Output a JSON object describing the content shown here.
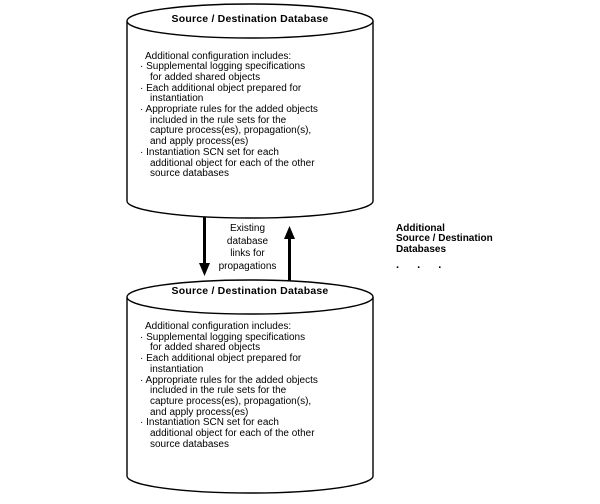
{
  "diagram": {
    "cylinders": [
      {
        "title": "Source / Destination Database",
        "body_lines": [
          "Additional configuration includes:",
          "· Supplemental logging specifications",
          "for added shared objects",
          "· Each additional object prepared for",
          "instantiation",
          "· Appropriate rules for the added objects",
          "included in the rule sets for the",
          "capture process(es), propagation(s),",
          "and apply process(es)",
          "· Instantiation SCN set for each",
          "additional object for each of the other",
          "source databases"
        ]
      },
      {
        "title": "Source / Destination Database",
        "body_lines": [
          "Additional configuration includes:",
          "· Supplemental logging specifications",
          "for added shared objects",
          "· Each additional object prepared for",
          "instantiation",
          "· Appropriate rules for the added objects",
          "included in the rule sets for the",
          "capture process(es), propagation(s),",
          "and apply process(es)",
          "· Instantiation SCN set for each",
          "additional object for each of the other",
          "source databases"
        ]
      }
    ],
    "link_label": {
      "lines": [
        "Existing",
        "database",
        "links for",
        "propagations"
      ]
    },
    "side_label": {
      "lines": [
        "Additional",
        "Source / Destination",
        "Databases"
      ],
      "dots": ". . ."
    },
    "colors": {
      "ink": "#000000",
      "background": "#ffffff"
    }
  }
}
